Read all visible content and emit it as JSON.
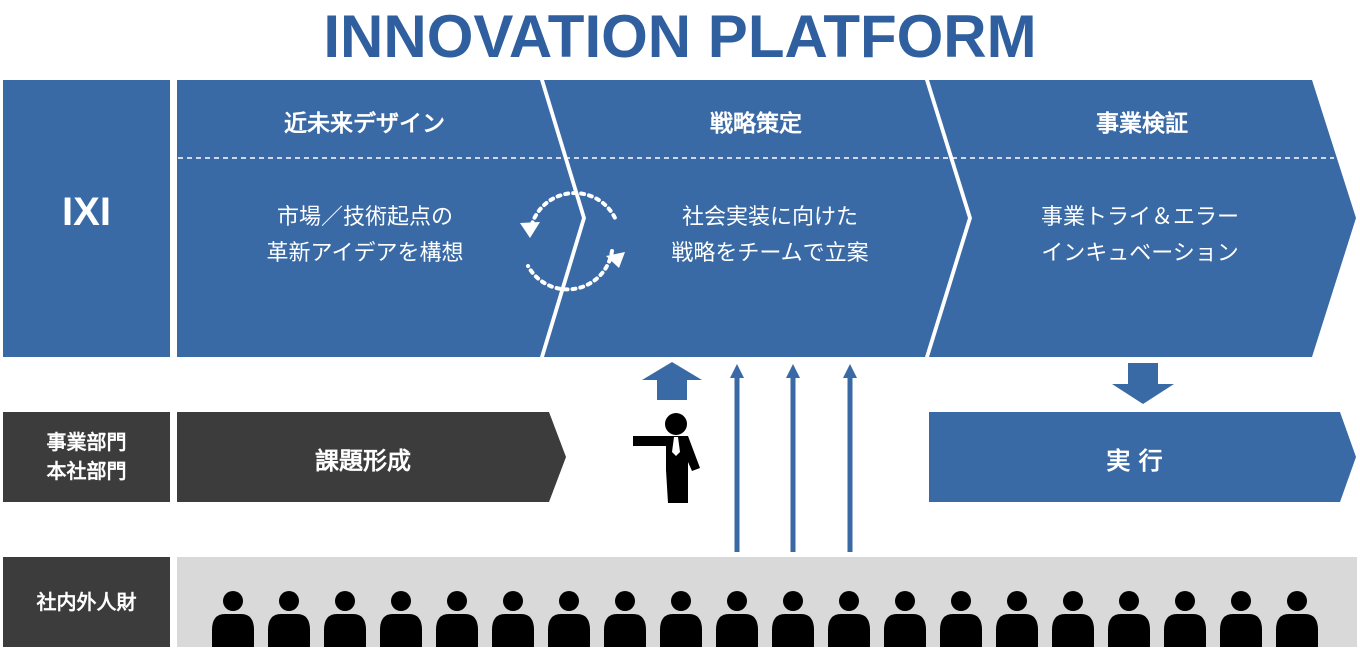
{
  "title": "INNOVATION PLATFORM",
  "ixi_label": "IXI",
  "phases": [
    {
      "title": "近未来デザイン",
      "body": [
        "市場／技術起点の",
        "革新アイデアを構想"
      ]
    },
    {
      "title": "戦略策定",
      "body": [
        "社会実装に向けた",
        "戦略をチームで立案"
      ]
    },
    {
      "title": "事業検証",
      "body": [
        "事業トライ＆エラー",
        "インキュベーション"
      ]
    }
  ],
  "business_row": {
    "label_lines": [
      "事業部門",
      "本社部門"
    ],
    "problem": "課題形成",
    "execution": "実 行"
  },
  "talent_row": {
    "label": "社内外人財"
  },
  "icons": [
    "cycle-arrows-icon",
    "up-arrow-icon",
    "presenter-icon",
    "down-arrow-icon",
    "person-icon"
  ],
  "colors": {
    "primary": "#3a6aa5",
    "title": "#2f5f9e",
    "dark": "#3c3c3c",
    "gray_band": "#d9d9d9",
    "silhouette": "#000000"
  }
}
